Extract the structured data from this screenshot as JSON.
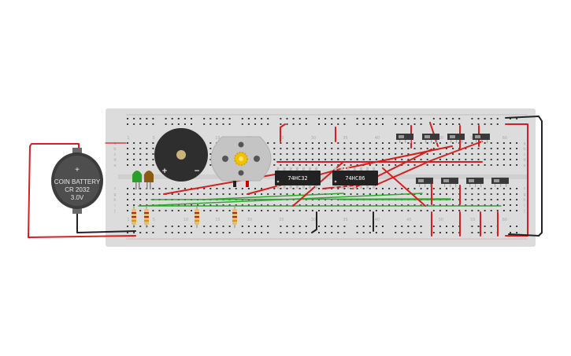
{
  "canvas": {
    "background": "#ffffff"
  },
  "breadboard": {
    "color": "#dcdcdc",
    "hole_color": "#3a3a3a",
    "rail_plus_color": "#d33c3c",
    "rail_minus_color": "#666666",
    "column_numbers": [
      "1",
      "5",
      "10",
      "15",
      "20",
      "25",
      "30",
      "35",
      "40",
      "45",
      "50",
      "55",
      "60"
    ],
    "row_letters_top": [
      "a",
      "b",
      "c",
      "d",
      "e"
    ],
    "row_letters_bottom": [
      "f",
      "g",
      "h",
      "i",
      "j"
    ]
  },
  "battery": {
    "title": "COIN BATTERY",
    "model": "CR 2032",
    "voltage": "3.0V",
    "plus_sign": "+",
    "color": "#4a4a4a"
  },
  "buzzer": {
    "plus_label": "+",
    "minus_label": "−",
    "color": "#2e2e2e"
  },
  "motor": {
    "color": "#c8c8c8",
    "gear_color": "#f2c200"
  },
  "chips": [
    {
      "id": "chip1",
      "label": "74HC32"
    },
    {
      "id": "chip2",
      "label": "74HC86"
    }
  ],
  "leds": [
    {
      "id": "led-green",
      "color": "#2aa02a"
    },
    {
      "id": "led-amber",
      "color": "#8a5a10"
    }
  ],
  "resistors": [
    "r1",
    "r2",
    "r3",
    "r4"
  ],
  "switches_top": [
    "sw1",
    "sw2",
    "sw3",
    "sw4"
  ],
  "switches_mid": [
    "sw5",
    "sw6",
    "sw7",
    "sw8"
  ],
  "wire_colors": {
    "red": "#d62020",
    "green": "#2ea82e",
    "black": "#222222"
  }
}
